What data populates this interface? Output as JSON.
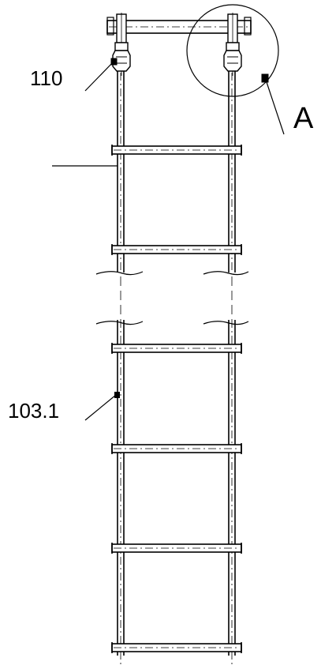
{
  "labels": {
    "ref_110": "110",
    "ref_103_1": "103.1",
    "detail_a": "A"
  },
  "colors": {
    "ink": "#000000",
    "paper": "#ffffff"
  }
}
